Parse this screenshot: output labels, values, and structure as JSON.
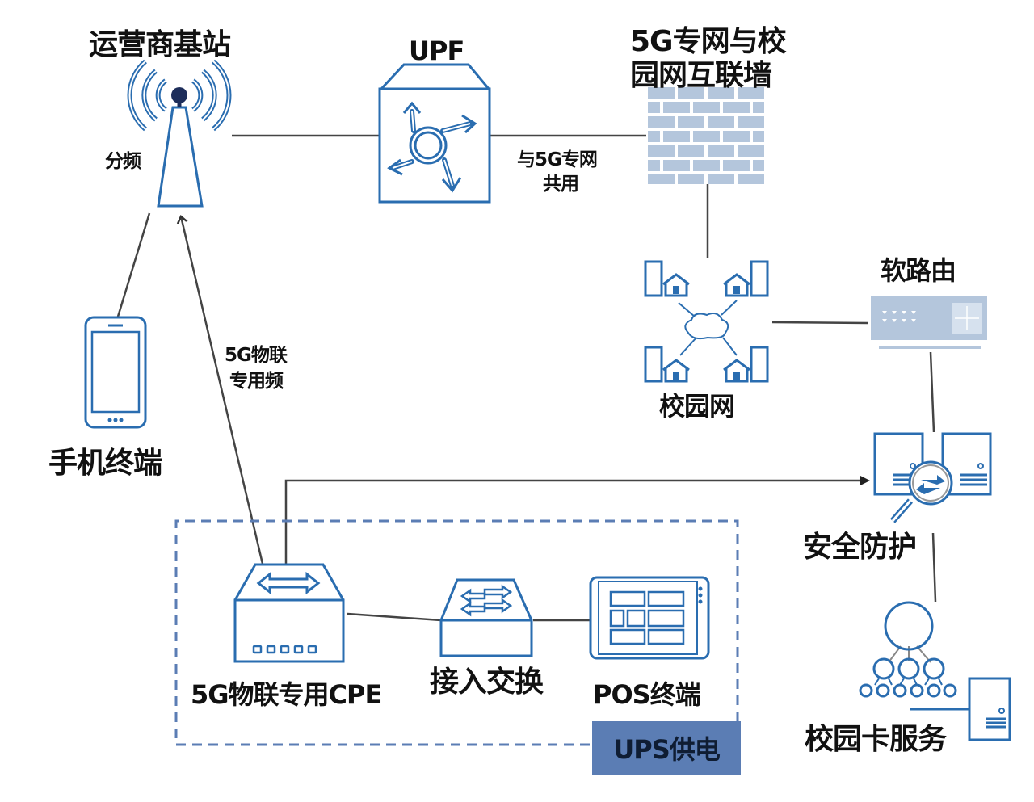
{
  "diagram": {
    "nodes": {
      "base_station": {
        "label": "运营商基站",
        "sub_label": "分频"
      },
      "upf": {
        "label": "UPF"
      },
      "firewall": {
        "label_line1": "5G专网与校",
        "label_line2": "园网互联墙"
      },
      "campus_network": {
        "label": "校园网"
      },
      "soft_router": {
        "label": "软路由"
      },
      "security": {
        "label": "安全防护"
      },
      "card_service": {
        "label": "校园卡服务"
      },
      "phone": {
        "label": "手机终端"
      },
      "cpe": {
        "label": "5G物联专用CPE"
      },
      "access_switch": {
        "label": "接入交换"
      },
      "pos": {
        "label": "POS终端"
      },
      "ups": {
        "label": "UPS供电"
      }
    },
    "edge_labels": {
      "upf_firewall_line1": "与5G专网",
      "upf_firewall_line2": "共用",
      "iot_band_line1": "5G物联",
      "iot_band_line2": "专用频"
    },
    "colors": {
      "icon_blue": "#2a6db0",
      "light_blue": "#b4c6dc",
      "ups_fill": "#5b7db4",
      "line": "#444444",
      "dashed_border": "#5b7db4"
    }
  }
}
